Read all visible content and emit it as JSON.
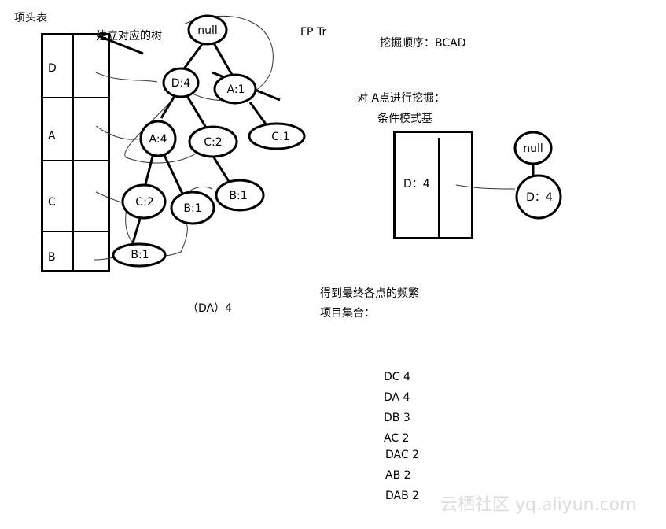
{
  "header_table": {
    "title": "项头表",
    "items": [
      "D",
      "A",
      "C",
      "B"
    ]
  },
  "annotations": {
    "build_tree": "建立对应的树",
    "fp_tree": "FP Tr",
    "mining_order": "挖掘顺序：BCAD",
    "mine_a": "对 A点进行挖掘：",
    "cond_base": "条件模式基",
    "da_result": "（DA）4",
    "final_line1": "得到最终各点的频繁",
    "final_line2": "项目集合："
  },
  "tree": {
    "root": "null",
    "nodes": {
      "d4": "D:4",
      "a1": "A:1",
      "a4": "A:4",
      "c2_right": "C:2",
      "c1": "C:1",
      "c2_left": "C:2",
      "b1_mid": "B:1",
      "b1_right": "B:1",
      "b1_bottom": "B:1"
    }
  },
  "conditional": {
    "base_label": "D：4",
    "tree_root": "null",
    "tree_node": "D：4"
  },
  "itemsets": [
    "DC 4",
    "DA 4",
    "DB 3",
    "AC 2",
    "DAC 2",
    "AB 2",
    "DAB 2"
  ],
  "watermark": "云栖社区 yq.aliyun.com"
}
